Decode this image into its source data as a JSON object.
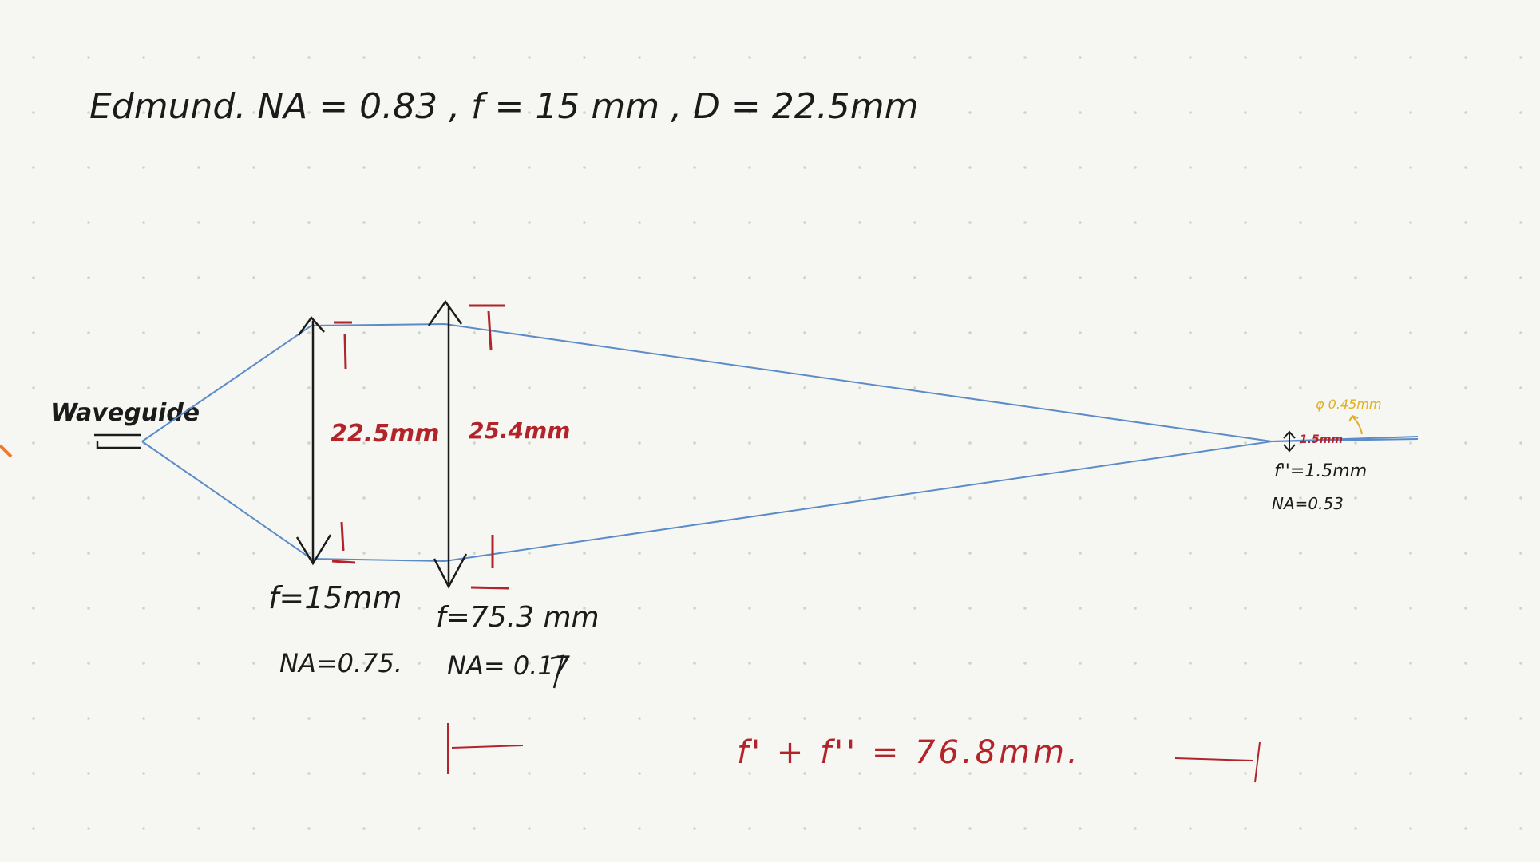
{
  "header": {
    "title": "Edmund.  NA = 0.83 ,  f = 15 mm ,  D = 22.5mm"
  },
  "labels": {
    "waveguide": "Waveguide",
    "lens1_aperture": "22.5mm",
    "lens2_aperture": "25.4mm",
    "lens1_focal": "f=15mm",
    "lens1_na": "NA=0.75.",
    "lens2_focal": "f=75.3 mm",
    "lens2_na": "NA= 0.17",
    "lens3_spot": "φ 0.45mm",
    "lens3_size": "1.5mm",
    "lens3_focal": "f''=1.5mm",
    "lens3_na": "NA=0.53",
    "sum_distance": "f' + f'' = 76.8mm."
  },
  "colors": {
    "background": "#f6f6f2",
    "grid_dot": "#d2d2cc",
    "ink": "#1b1b1b",
    "beam": "#5b8cc8",
    "red_ink": "#b3242a",
    "yellow_ink": "#e0b020",
    "orange_mark": "#f07a2a"
  }
}
